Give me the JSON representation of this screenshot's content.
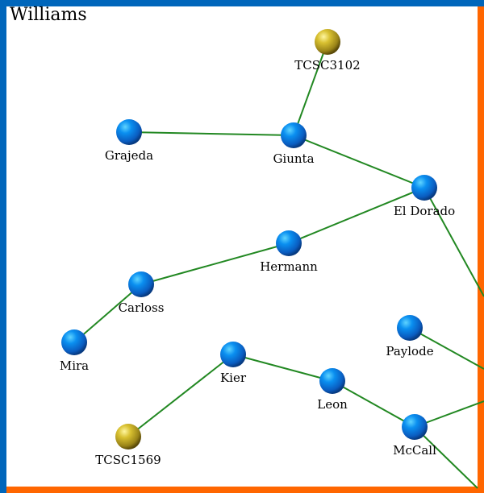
{
  "title": "Williams",
  "colors": {
    "border_top_left": "#0066bb",
    "border_bottom_right": "#ff6600",
    "edge": "#228822",
    "node_blue": "#0a6fd8",
    "node_gold": "#b8a020"
  },
  "nodes": [
    {
      "id": "tcsc3102",
      "label": "TCSC3102",
      "kind": "gold"
    },
    {
      "id": "grajeda",
      "label": "Grajeda",
      "kind": "blue"
    },
    {
      "id": "giunta",
      "label": "Giunta",
      "kind": "blue"
    },
    {
      "id": "eldorado",
      "label": "El Dorado",
      "kind": "blue"
    },
    {
      "id": "hermann",
      "label": "Hermann",
      "kind": "blue"
    },
    {
      "id": "carloss",
      "label": "Carloss",
      "kind": "blue"
    },
    {
      "id": "mira",
      "label": "Mira",
      "kind": "blue"
    },
    {
      "id": "paylode",
      "label": "Paylode",
      "kind": "blue"
    },
    {
      "id": "kier",
      "label": "Kier",
      "kind": "blue"
    },
    {
      "id": "leon",
      "label": "Leon",
      "kind": "blue"
    },
    {
      "id": "mccall",
      "label": "McCall",
      "kind": "blue"
    },
    {
      "id": "tcsc1569",
      "label": "TCSC1569",
      "kind": "gold"
    }
  ],
  "edges": [
    [
      "tcsc3102",
      "giunta"
    ],
    [
      "grajeda",
      "giunta"
    ],
    [
      "giunta",
      "eldorado"
    ],
    [
      "eldorado",
      "hermann"
    ],
    [
      "hermann",
      "carloss"
    ],
    [
      "carloss",
      "mira"
    ],
    [
      "eldorado",
      "offscreen_right_1"
    ],
    [
      "paylode",
      "offscreen_right_2"
    ],
    [
      "kier",
      "leon"
    ],
    [
      "kier",
      "tcsc1569"
    ],
    [
      "leon",
      "mccall"
    ],
    [
      "mccall",
      "offscreen_right_3"
    ],
    [
      "mccall",
      "offscreen_right_4"
    ]
  ]
}
